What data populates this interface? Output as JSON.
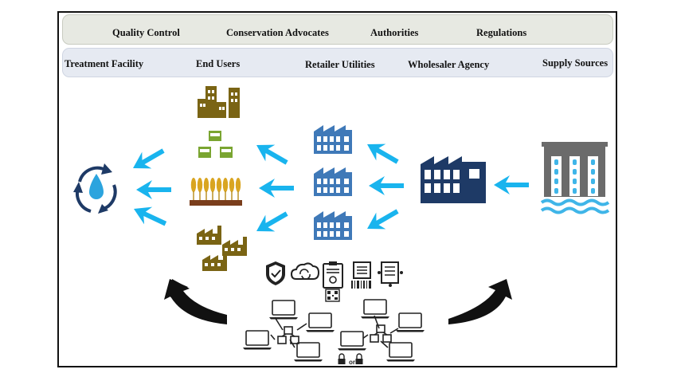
{
  "top_band": {
    "quality_control": "Quality Control",
    "conservation_advocates": "Conservation Advocates",
    "authorities": "Authorities",
    "regulations": "Regulations"
  },
  "entity_band": {
    "treatment_facility": "Treatment Facility",
    "end_users": "End Users",
    "retailer_utilities": "Retailer Utilities",
    "wholesaler_agency": "Wholesaler Agency",
    "supply_sources": "Supply Sources"
  },
  "network": {
    "or_text": "or"
  },
  "colors": {
    "arrow": "#19b4ee",
    "building_blue": "#3f79b8",
    "wholesaler_navy": "#1e3a66",
    "end_user_brown": "#7a6414",
    "shop_green": "#7aa531",
    "wheat": "#d9a521",
    "water_light": "#3fb5e8",
    "dam_gray": "#6b6b6b"
  }
}
